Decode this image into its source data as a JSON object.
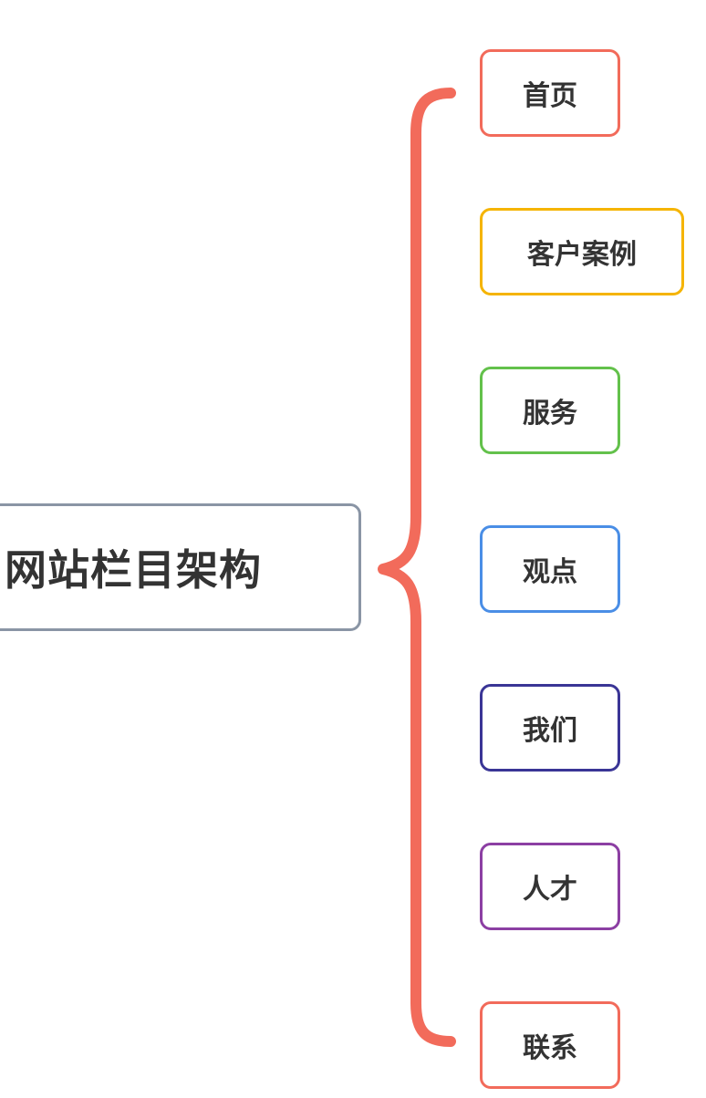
{
  "root": {
    "label": "网站栏目架构",
    "border_color": "#8a95a5"
  },
  "brace_color": "#f26b5b",
  "children": [
    {
      "label": "首页",
      "border_color": "#f26b5b"
    },
    {
      "label": "客户案例",
      "border_color": "#f5b400"
    },
    {
      "label": "服务",
      "border_color": "#63c14b"
    },
    {
      "label": "观点",
      "border_color": "#4a8ee6"
    },
    {
      "label": "我们",
      "border_color": "#3a3596"
    },
    {
      "label": "人才",
      "border_color": "#8c3fa3"
    },
    {
      "label": "联系",
      "border_color": "#f26b5b"
    }
  ]
}
